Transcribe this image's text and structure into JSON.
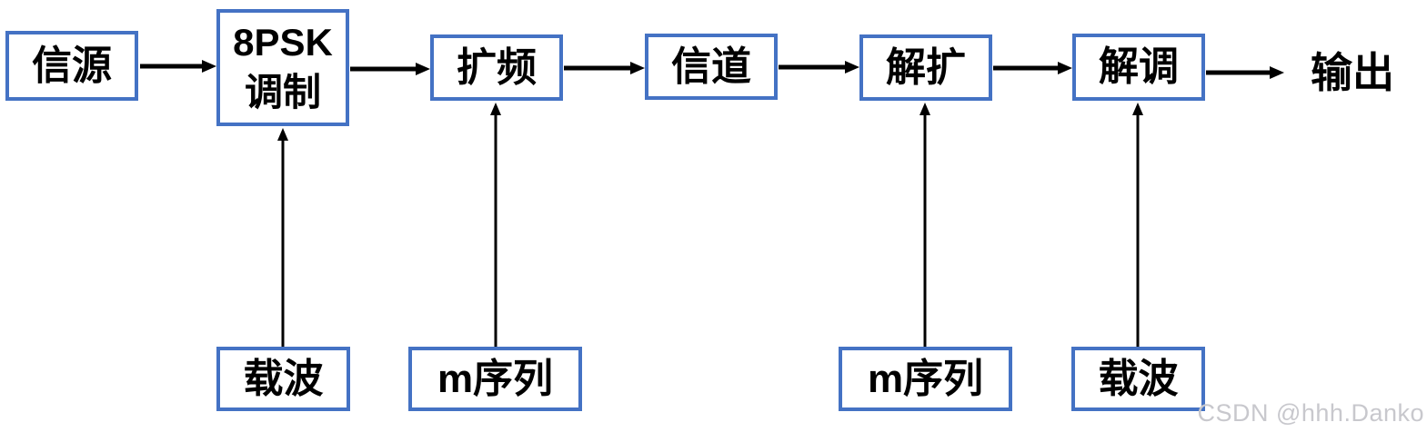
{
  "colors": {
    "accent": "#4472C4",
    "line": "#000000",
    "text": "#000000",
    "watermark": "#C8C8CD"
  },
  "diagram": {
    "nodes": {
      "source": {
        "label": "信源"
      },
      "modulation": {
        "line1": "8PSK",
        "line2": "调制"
      },
      "spread": {
        "label": "扩频"
      },
      "channel": {
        "label": "信道"
      },
      "despread": {
        "label": "解扩"
      },
      "demodulation": {
        "label": "解调"
      },
      "output": {
        "label": "输出"
      },
      "carrier_tx": {
        "label": "载波"
      },
      "msequence_tx": {
        "label": "m序列"
      },
      "msequence_rx": {
        "label": "m序列"
      },
      "carrier_rx": {
        "label": "载波"
      }
    },
    "edges": [
      {
        "from": "source",
        "to": "modulation"
      },
      {
        "from": "modulation",
        "to": "spread"
      },
      {
        "from": "spread",
        "to": "channel"
      },
      {
        "from": "channel",
        "to": "despread"
      },
      {
        "from": "despread",
        "to": "demodulation"
      },
      {
        "from": "demodulation",
        "to": "output"
      },
      {
        "from": "carrier_tx",
        "to": "modulation"
      },
      {
        "from": "msequence_tx",
        "to": "spread"
      },
      {
        "from": "msequence_rx",
        "to": "despread"
      },
      {
        "from": "carrier_rx",
        "to": "demodulation"
      }
    ],
    "watermark": "CSDN @hhh.Danko"
  }
}
